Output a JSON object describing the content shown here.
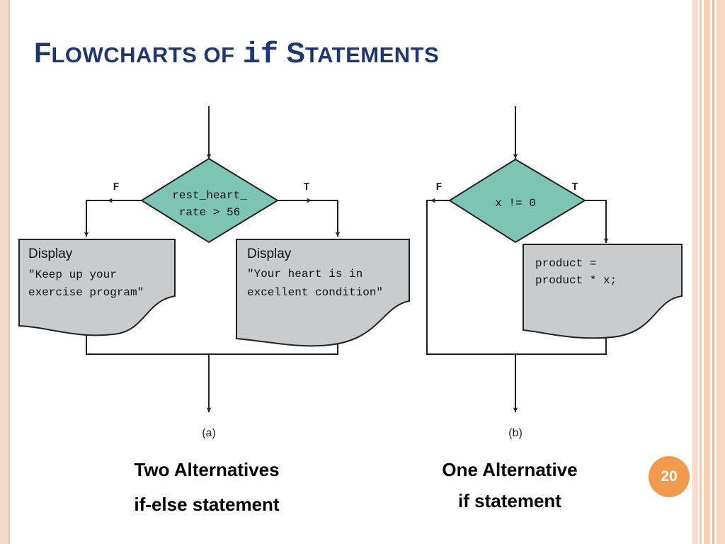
{
  "slide": {
    "title": {
      "part1_cap": "F",
      "part1_rest": "LOWCHARTS OF",
      "code": "if",
      "part2_cap": "S",
      "part2_rest": "TATEMENTS"
    },
    "page_number": "20",
    "colors": {
      "title": "#1f3770",
      "diamond_fill": "#7ec4b5",
      "box_fill": "#c9cbcd",
      "badge": "#f29b4f",
      "left_border": "#f6d8c8"
    }
  },
  "diagram_a": {
    "decision": {
      "line1": "rest_heart_",
      "line2": "rate > 56"
    },
    "false_label": "F",
    "true_label": "T",
    "false_box": {
      "line1": "Display",
      "line2": "\"Keep up your",
      "line3": "exercise program\""
    },
    "true_box": {
      "line1": "Display",
      "line2": "\"Your heart is in",
      "line3": "excellent condition\""
    },
    "sublabel": "(a)"
  },
  "diagram_b": {
    "decision": "x != 0",
    "false_label": "F",
    "true_label": "T",
    "true_box": {
      "line1": "product =",
      "line2": "product * x;"
    },
    "sublabel": "(b)"
  },
  "captions": {
    "left": {
      "line1": "Two Alternatives",
      "line2": "if-else statement"
    },
    "right": {
      "line1": "One Alternative",
      "line2": "if statement"
    }
  }
}
